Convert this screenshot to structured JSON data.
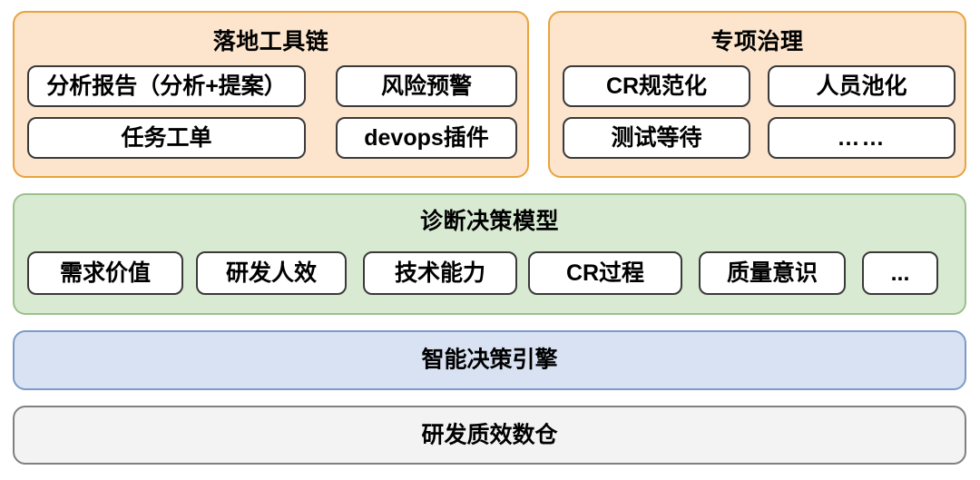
{
  "diagram": {
    "title_text_note": "",
    "colors": {
      "orange_fill": "#FCE4CD",
      "orange_border": "#E8A33D",
      "green_fill": "#D9EAD3",
      "green_border": "#9BC08A",
      "blue_fill": "#D9E2F3",
      "blue_border": "#7C9AC8",
      "gray_fill": "#F3F3F3",
      "gray_border": "#808080",
      "box_fill": "#FFFFFF",
      "box_border": "#3A3A3A",
      "text": "#000000"
    },
    "layers": {
      "tools": {
        "title": "落地工具链",
        "items": [
          {
            "label": "分析报告（分析+提案）"
          },
          {
            "label": "风险预警"
          },
          {
            "label": "任务工单"
          },
          {
            "label": "devops插件"
          }
        ]
      },
      "governance": {
        "title": "专项治理",
        "items": [
          {
            "label": "CR规范化"
          },
          {
            "label": "人员池化"
          },
          {
            "label": "测试等待"
          },
          {
            "label": "……"
          }
        ]
      },
      "model": {
        "title": "诊断决策模型",
        "items": [
          {
            "label": "需求价值"
          },
          {
            "label": "研发人效"
          },
          {
            "label": "技术能力"
          },
          {
            "label": "CR过程"
          },
          {
            "label": "质量意识"
          },
          {
            "label": "..."
          }
        ]
      },
      "engine": {
        "title": "智能决策引擎"
      },
      "warehouse": {
        "title": "研发质效数仓"
      }
    }
  }
}
